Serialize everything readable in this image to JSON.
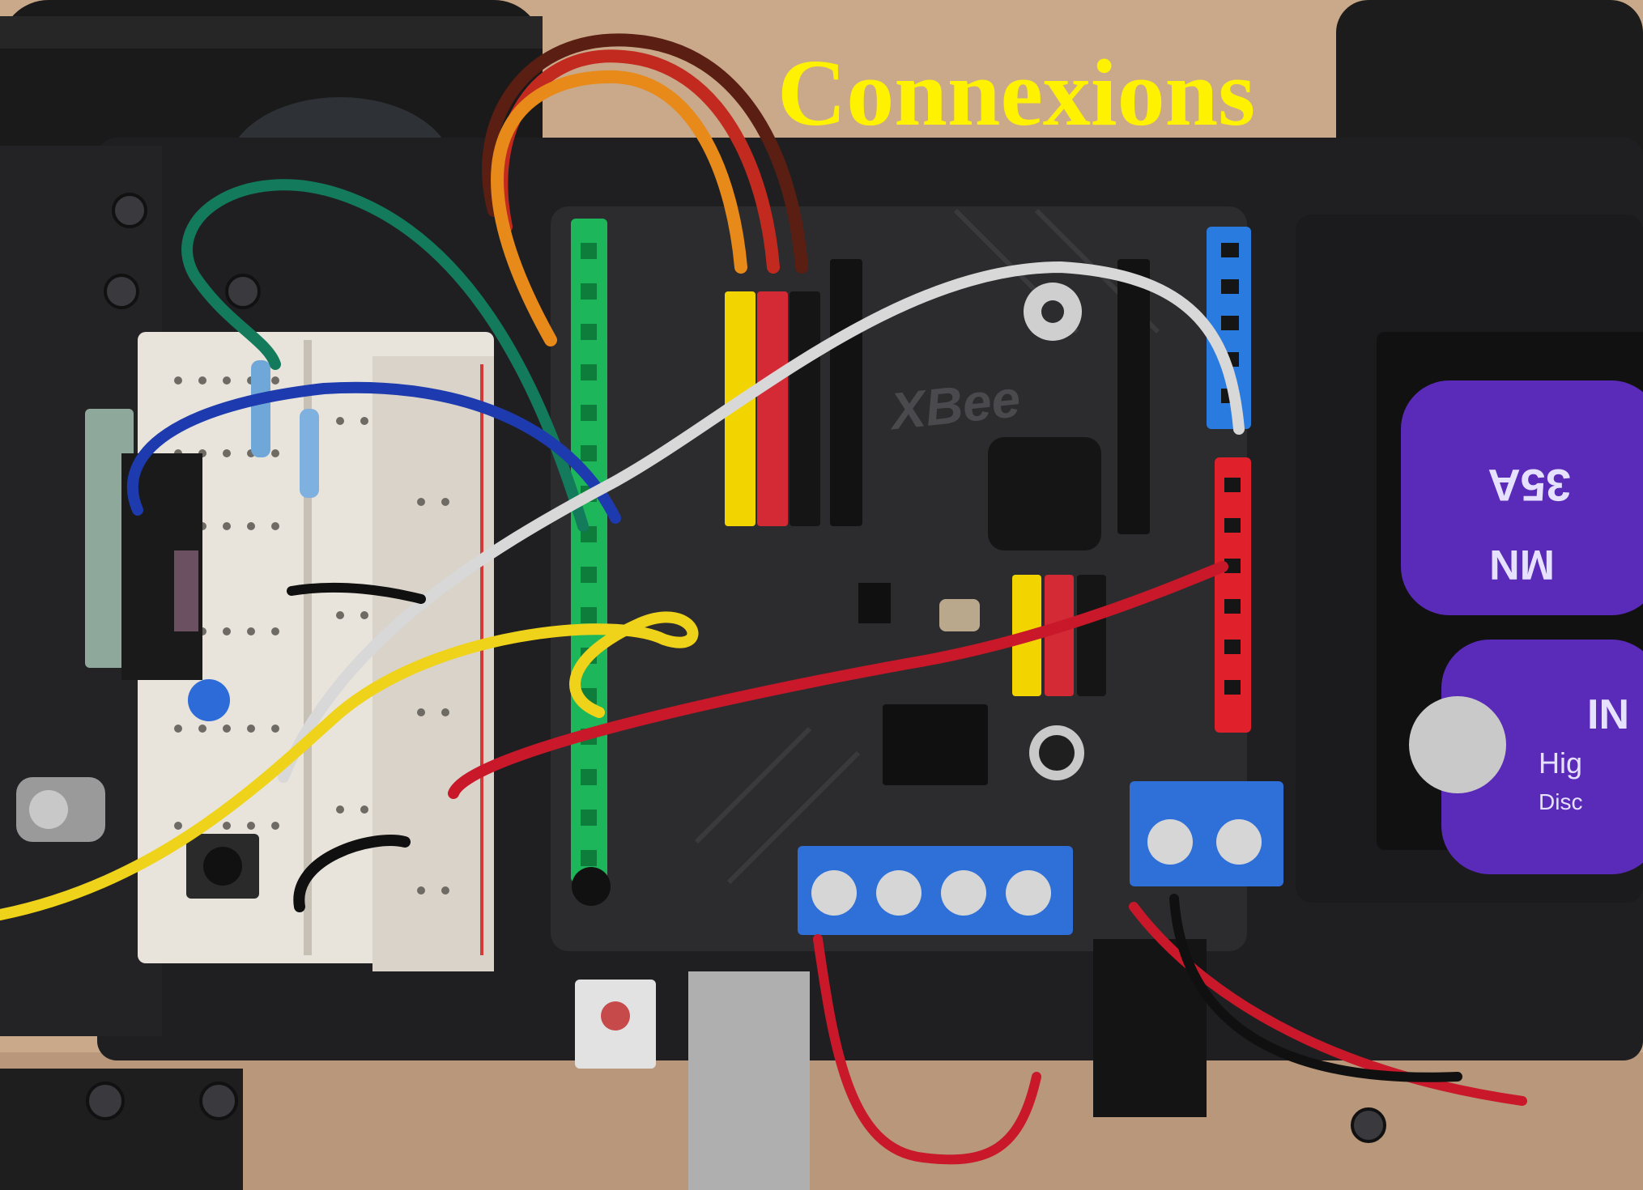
{
  "caption": {
    "text": "Connexions"
  },
  "colors": {
    "caption": "#FFF200",
    "table_wood": "#C9A98A",
    "chassis": "#1F1F22",
    "pcb": "#2C2C2E",
    "header_green": "#1EB65A",
    "header_blue": "#2A7BE0",
    "header_red": "#E0202A",
    "battery_purple": "#5A2AB8",
    "terminal_blue": "#2F6FD8",
    "breadboard": "#E8E4DC"
  },
  "board": {
    "brand": "XBee"
  },
  "battery": {
    "labels": [
      "35A",
      "MN",
      "IN",
      "Hig",
      "Disc"
    ]
  }
}
